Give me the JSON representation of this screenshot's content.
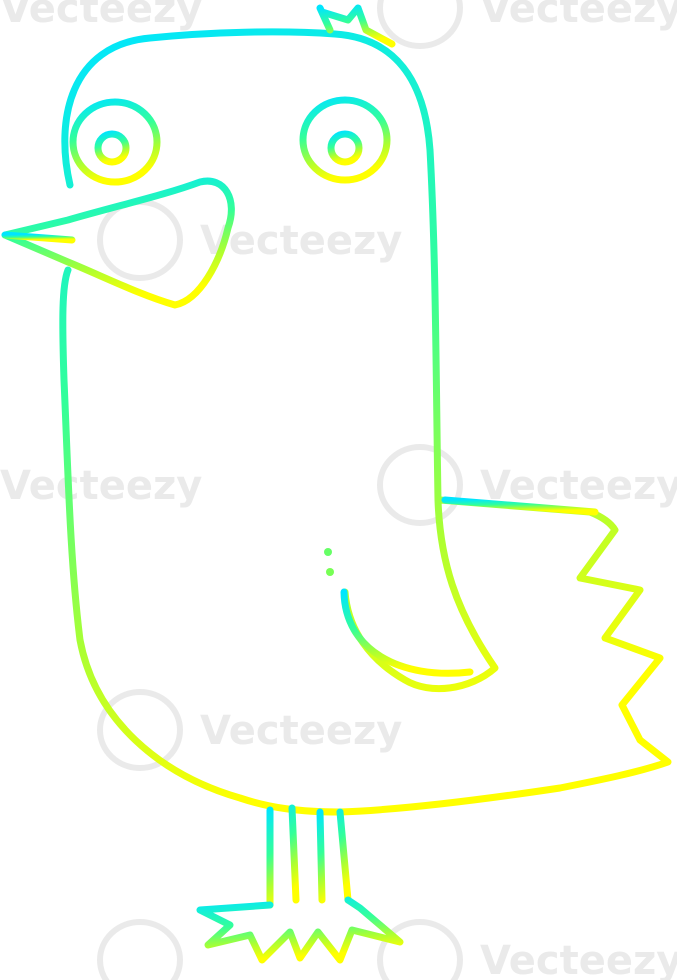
{
  "illustration": {
    "subject": "cartoon bird",
    "style": "line drawing",
    "gradient_top_color": "#00e5ff",
    "gradient_mid_color": "#00ff7f",
    "gradient_bottom_color": "#ffff00",
    "background_color": "#ffffff"
  },
  "watermark": {
    "text": "Vecteezy",
    "color": "#d9d9d9"
  }
}
